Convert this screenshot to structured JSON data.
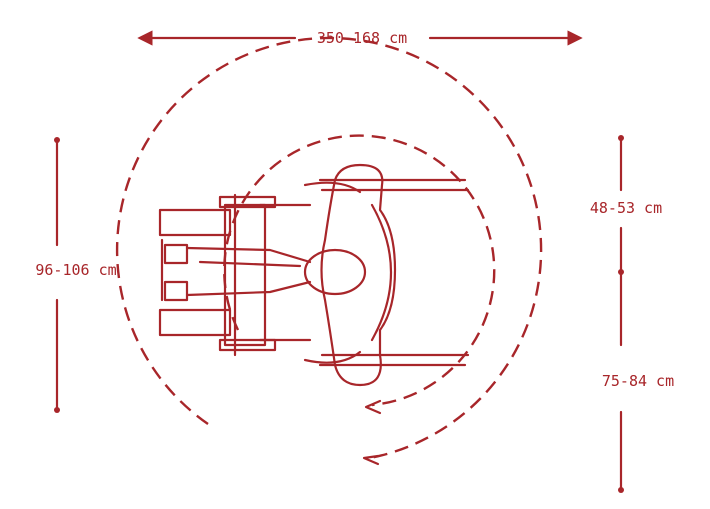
{
  "diagram": {
    "ink_color": "#a8262a",
    "background": "#ffffff",
    "labels": {
      "top_width": "350-168 cm",
      "left_depth": "96-106 cm",
      "right_upper": "48-53 cm",
      "right_lower": "75-84 cm"
    }
  }
}
